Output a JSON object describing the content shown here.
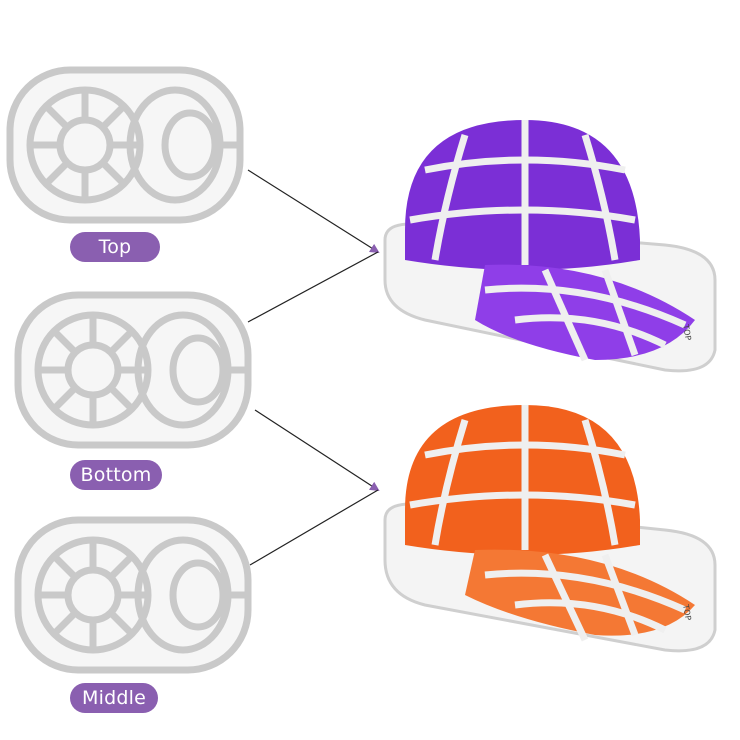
{
  "labels": {
    "top": "Top",
    "bottom": "Bottom",
    "middle": "Middle"
  },
  "frame_text": "TOP",
  "colors": {
    "accent": "#8a5fb0",
    "frame_stroke": "#c9c9c9",
    "frame_fill": "#f6f6f6",
    "purple_cap": "#7b2fd6",
    "orange_cap": "#f2611d",
    "arrow": "#222222"
  }
}
